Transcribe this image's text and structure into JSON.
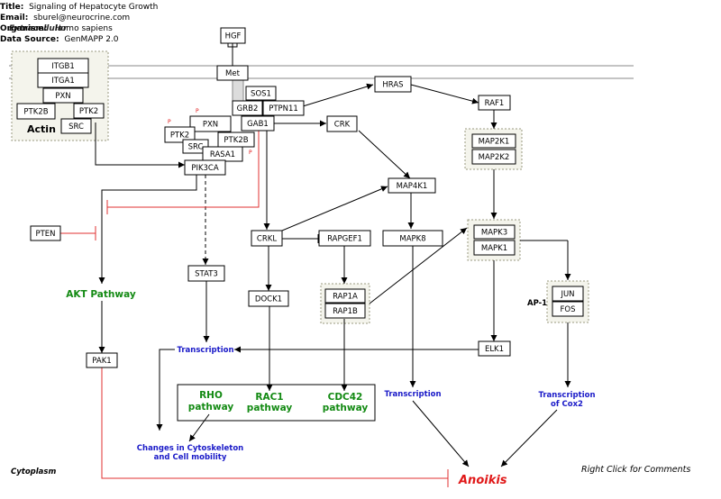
{
  "header": {
    "title_key": "Title:",
    "title_val": "Signaling of Hepatocyte Growth",
    "email_key": "Email:",
    "email_val": "sburel@neurocrine.com",
    "organism_key": "Organism:",
    "organism_val": "Homo sapiens",
    "source_key": "Data Source:",
    "source_val": "GenMAPP 2.0",
    "overlay": "Extracellular"
  },
  "nodes": [
    {
      "id": "hgf",
      "label": "HGF"
    },
    {
      "id": "met",
      "label": "Met"
    },
    {
      "id": "itgb1",
      "label": "ITGB1"
    },
    {
      "id": "itga1",
      "label": "ITGA1"
    },
    {
      "id": "pxn_a",
      "label": "PXN"
    },
    {
      "id": "ptk2b_a",
      "label": "PTK2B"
    },
    {
      "id": "ptk2_a",
      "label": "PTK2"
    },
    {
      "id": "src_a",
      "label": "SRC"
    },
    {
      "id": "sos1",
      "label": "SOS1"
    },
    {
      "id": "grb2",
      "label": "GRB2"
    },
    {
      "id": "ptpn11",
      "label": "PTPN11"
    },
    {
      "id": "gab1",
      "label": "GAB1"
    },
    {
      "id": "hras",
      "label": "HRAS"
    },
    {
      "id": "raf1",
      "label": "RAF1"
    },
    {
      "id": "map2k1",
      "label": "MAP2K1"
    },
    {
      "id": "map2k2",
      "label": "MAP2K2"
    },
    {
      "id": "crk",
      "label": "CRK"
    },
    {
      "id": "pxn_b",
      "label": "PXN"
    },
    {
      "id": "ptk2_b",
      "label": "PTK2"
    },
    {
      "id": "src_b",
      "label": "SRC"
    },
    {
      "id": "ptk2b_b",
      "label": "PTK2B"
    },
    {
      "id": "rasa1",
      "label": "RASA1"
    },
    {
      "id": "pik3ca",
      "label": "PIK3CA"
    },
    {
      "id": "map4k1",
      "label": "MAP4K1"
    },
    {
      "id": "pten",
      "label": "PTEN"
    },
    {
      "id": "crkl",
      "label": "CRKL"
    },
    {
      "id": "rapgef1",
      "label": "RAPGEF1"
    },
    {
      "id": "mapk8",
      "label": "MAPK8"
    },
    {
      "id": "mapk3",
      "label": "MAPK3"
    },
    {
      "id": "mapk1",
      "label": "MAPK1"
    },
    {
      "id": "stat3",
      "label": "STAT3"
    },
    {
      "id": "dock1",
      "label": "DOCK1"
    },
    {
      "id": "rap1a",
      "label": "RAP1A"
    },
    {
      "id": "rap1b",
      "label": "RAP1B"
    },
    {
      "id": "jun",
      "label": "JUN"
    },
    {
      "id": "fos",
      "label": "FOS"
    },
    {
      "id": "elk1",
      "label": "ELK1"
    },
    {
      "id": "pak1",
      "label": "PAK1"
    }
  ],
  "labels": {
    "actin": "Actin",
    "akt": "AKT Pathway",
    "ap1": "AP-1",
    "transcription_stat3": "Transcription",
    "transcription_mapk8": "Transcription",
    "transcription_cox2_1": "Transcription",
    "transcription_cox2_2": "of Cox2",
    "rho_1": "RHO",
    "rho_2": "pathway",
    "rac1_1": "RAC1",
    "rac1_2": "pathway",
    "cdc42_1": "CDC42",
    "cdc42_2": "pathway",
    "cyto_1": "Changes in Cytoskeleton",
    "cyto_2": "and Cell mobility",
    "anoikis": "Anoikis",
    "cytoplasm": "Cytoplasm",
    "right_click": "Right Click for Comments",
    "p": "P"
  },
  "colors": {
    "green": "#138a13",
    "blue": "#1a1ac8",
    "red": "#e01818",
    "inhibit": "#e03030"
  }
}
